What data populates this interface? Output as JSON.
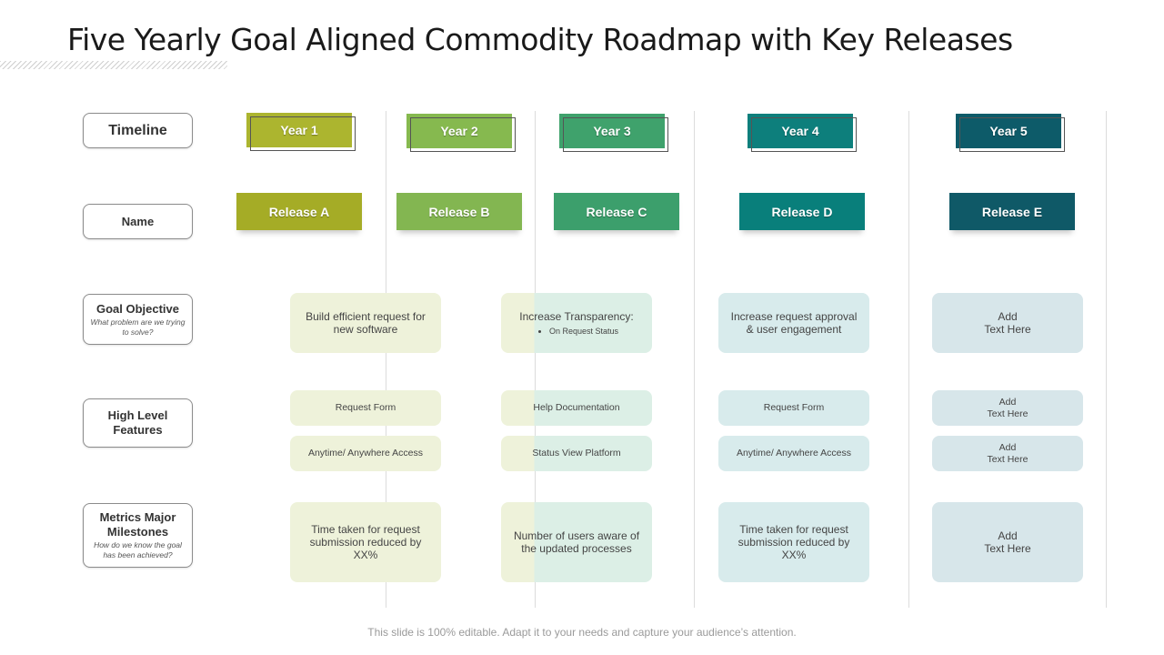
{
  "title": "Five Yearly Goal Aligned Commodity Roadmap with Key Releases",
  "row_labels": {
    "timeline": {
      "main": "Timeline"
    },
    "name": {
      "main": "Name"
    },
    "goal": {
      "main": "Goal Objective",
      "sub": "What problem are we trying to solve?"
    },
    "features": {
      "main": "High Level Features"
    },
    "metrics": {
      "main": "Metrics Major Milestones",
      "sub": "How do we know the goal has been achieved?"
    }
  },
  "colors": {
    "year1": "#acb52f",
    "year2": "#86b94f",
    "year3": "#3fa26c",
    "year4": "#0d7f7c",
    "year5": "#0d5b69",
    "release_a": "#a5ac26",
    "release_b": "#83b651",
    "release_c": "#3c9f6c",
    "release_d": "#097f7b",
    "release_e": "#0f5967"
  },
  "years": [
    "Year 1",
    "Year 2",
    "Year 3",
    "Year 4",
    "Year 5"
  ],
  "releases": [
    "Release A",
    "Release B",
    "Release C",
    "Release D",
    "Release E"
  ],
  "columns": [
    {
      "goal": "Build efficient request for new software",
      "features": [
        "Request Form",
        "Anytime/ Anywhere Access"
      ],
      "metric": "Time taken for request submission reduced by XX%"
    },
    {
      "goal": "Increase Transparency:",
      "goal_bullet": "On Request Status",
      "features": [
        "Help Documentation",
        "Status View Platform"
      ],
      "metric": "Number of users aware of the updated processes"
    },
    {
      "goal": "Increase request approval & user engagement",
      "features": [
        "Request Form",
        "Anytime/ Anywhere Access"
      ],
      "metric": "Time taken for request submission reduced by XX%"
    },
    {
      "goal_lines": [
        "Add",
        "Text Here"
      ],
      "features": [
        [
          "Add",
          "Text Here"
        ],
        [
          "Add",
          "Text Here"
        ]
      ],
      "metric_lines": [
        "Add",
        "Text Here"
      ]
    }
  ],
  "footer": "This slide is 100% editable. Adapt it to your needs and capture your audience’s attention."
}
